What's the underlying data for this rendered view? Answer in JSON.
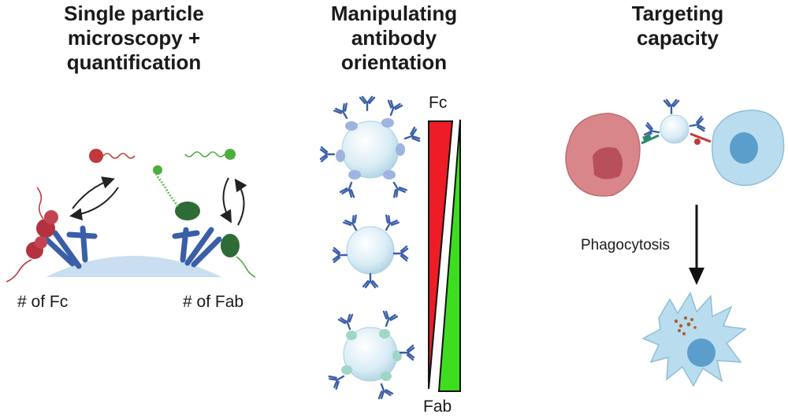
{
  "panels": {
    "left": {
      "title_line1": "Single particle",
      "title_line2": "microscopy +",
      "title_line3": "quantification",
      "label_fc": "# of Fc",
      "label_fab": "# of Fab"
    },
    "middle": {
      "title_line1": "Manipulating",
      "title_line2": "antibody",
      "title_line3": "orientation",
      "top_label": "Fc",
      "bottom_label": "Fab"
    },
    "right": {
      "title_line1": "Targeting",
      "title_line2": "capacity",
      "arrow_label": "Phagocytosis"
    }
  },
  "colors": {
    "fc_wedge": "#ee1c25",
    "fab_wedge": "#3dde1f",
    "antibody": "#3a5fa8",
    "particle": "#cfe8f3",
    "tumor_cell": "#d27a7e",
    "macrophage": "#a9d4ea",
    "fc_probe": "#c0393b",
    "fab_probe": "#4cae3c"
  }
}
